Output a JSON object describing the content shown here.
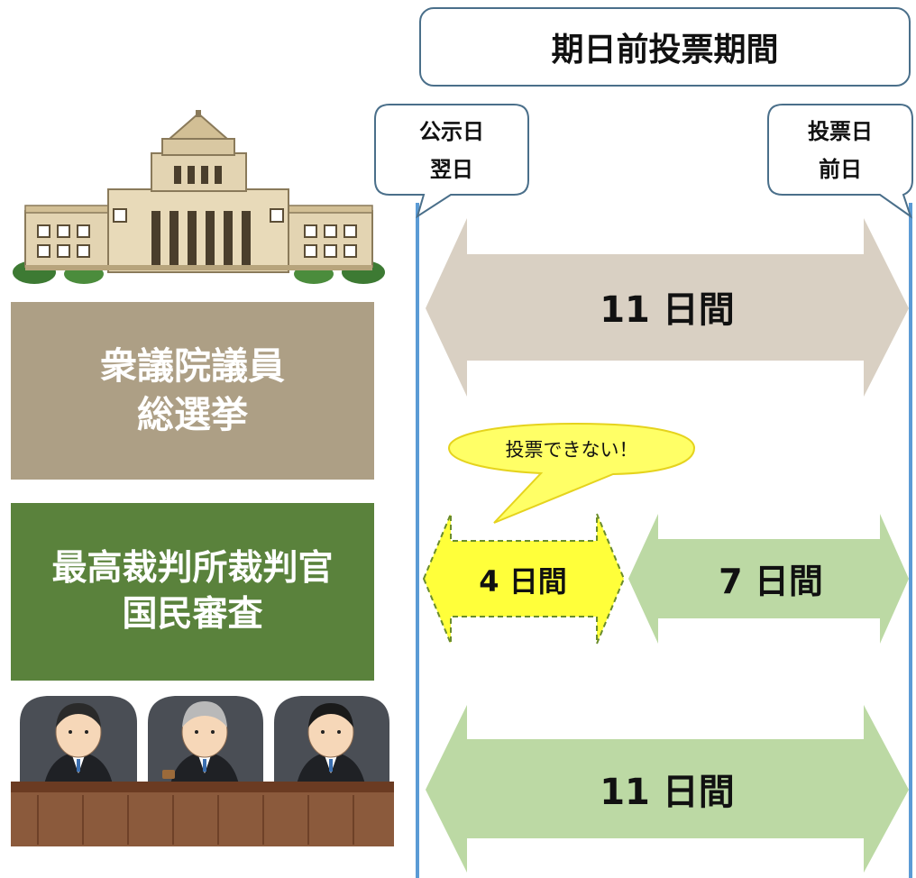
{
  "title": "期日前投票期間",
  "start_marker": {
    "line1": "公示日",
    "line2": "翌日"
  },
  "end_marker": {
    "line1": "投票日",
    "line2": "前日"
  },
  "house_election": {
    "line1": "衆議院議員",
    "line2": "総選挙"
  },
  "supreme_court_review": {
    "line1": "最高裁判所裁判官",
    "line2": "国民審査"
  },
  "arrows": {
    "house_period": "11 日間",
    "review_first": "4 日間",
    "review_second": "7 日間",
    "review_total": "11 日間"
  },
  "callout": "投票できない！",
  "colors": {
    "house": "#ad9f85",
    "court": "#5a823c",
    "house_arrow": "#d9d0c3",
    "green_arrow": "#bcd9a4",
    "yellow_arrow": "#ffff3a",
    "timeline": "#5b9bd5"
  },
  "icons": [
    "parliament-building-icon",
    "judges-icon"
  ]
}
